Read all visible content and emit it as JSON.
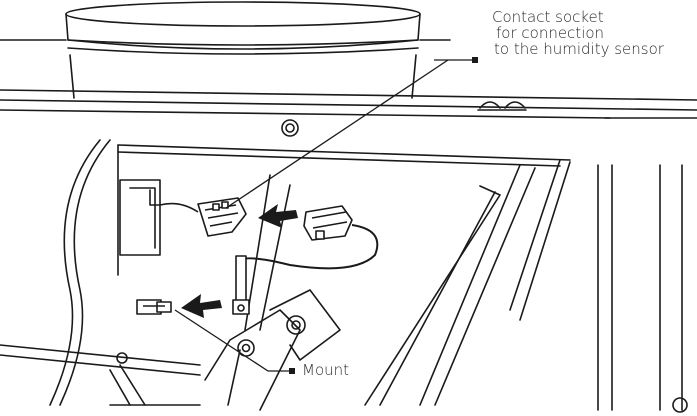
{
  "callouts": {
    "contact_socket": {
      "lines": [
        "Contact socket",
        "for connection",
        "to the humidity sensor"
      ]
    },
    "mount": {
      "label": "Mount"
    }
  },
  "colors": {
    "line": "#1a1a1a",
    "background": "#ffffff",
    "text": "#2a2a2a"
  }
}
